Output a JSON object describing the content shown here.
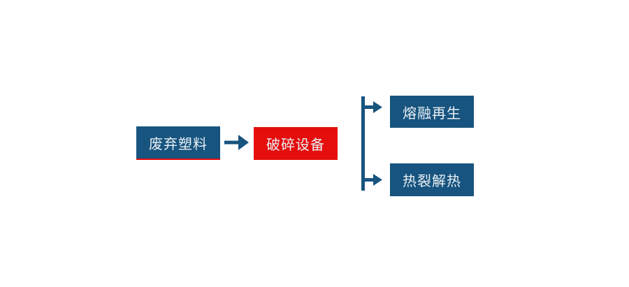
{
  "colors": {
    "blue": "#17547F",
    "red": "#E60D0D",
    "text": "#E9EFF4",
    "bg": "#FFFFFF"
  },
  "diagram": {
    "nodes": [
      {
        "id": "waste-plastic",
        "label": "废弃塑料",
        "style": "blue-with-red-underline"
      },
      {
        "id": "crushing-equipment",
        "label": "破碎设备",
        "style": "red"
      },
      {
        "id": "melt-regeneration",
        "label": "熔融再生",
        "style": "blue"
      },
      {
        "id": "pyrolysis-heat",
        "label": "热裂解热",
        "style": "blue"
      }
    ],
    "connectors": [
      {
        "from": "waste-plastic",
        "to": "crushing-equipment",
        "type": "right-arrow"
      },
      {
        "from": "crushing-equipment",
        "to": "melt-regeneration",
        "type": "branch-right-arrow"
      },
      {
        "from": "crushing-equipment",
        "to": "pyrolysis-heat",
        "type": "branch-right-arrow"
      }
    ]
  }
}
